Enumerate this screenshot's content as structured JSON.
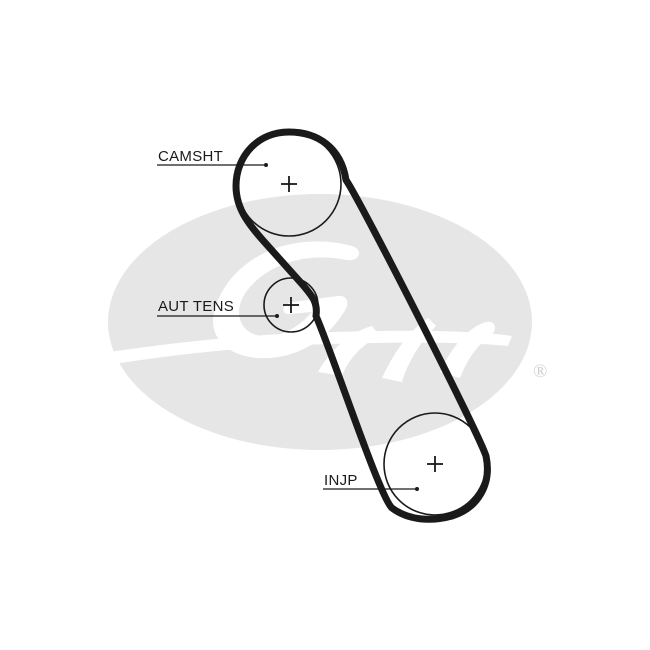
{
  "diagram": {
    "labels": {
      "camshaft": "CAMSHT",
      "tensioner": "AUT TENS",
      "injection_pump": "INJP"
    },
    "watermark": {
      "brand": "Gates",
      "registered_mark": "®",
      "color": "#e6e6e6"
    },
    "belt_color": "#1a1a1a",
    "pulley_color": "#1a1a1a"
  }
}
